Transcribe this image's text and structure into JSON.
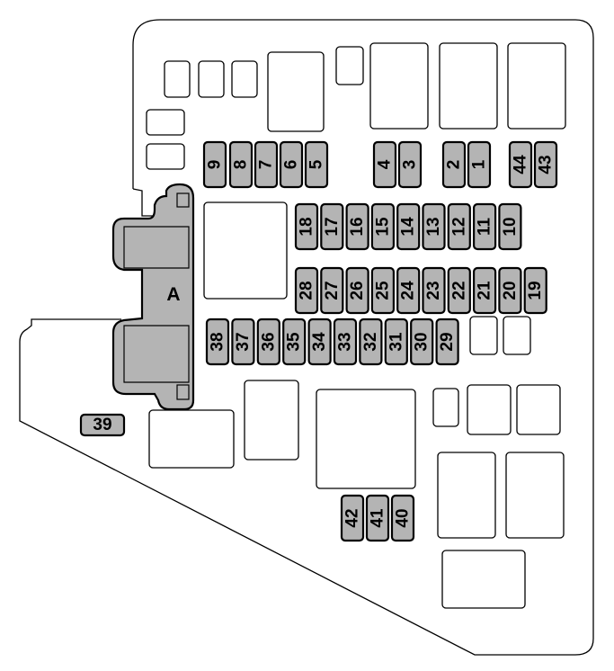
{
  "diagram": {
    "title": "Fuse box layout",
    "connector_label": "A",
    "fuses": {
      "row1": [
        "9",
        "8",
        "7",
        "6",
        "5",
        "4",
        "3",
        "2",
        "1",
        "44",
        "43"
      ],
      "row2": [
        "18",
        "17",
        "16",
        "15",
        "14",
        "13",
        "12",
        "11",
        "10"
      ],
      "row3": [
        "28",
        "27",
        "26",
        "25",
        "24",
        "23",
        "22",
        "21",
        "20",
        "19"
      ],
      "row4": [
        "38",
        "37",
        "36",
        "35",
        "34",
        "33",
        "32",
        "31",
        "30",
        "29"
      ],
      "row5": [
        "42",
        "41",
        "40"
      ],
      "single": "39"
    },
    "colors": {
      "fuse_fill": "#b4b4b4",
      "outline": "#000000",
      "background": "#ffffff"
    }
  }
}
